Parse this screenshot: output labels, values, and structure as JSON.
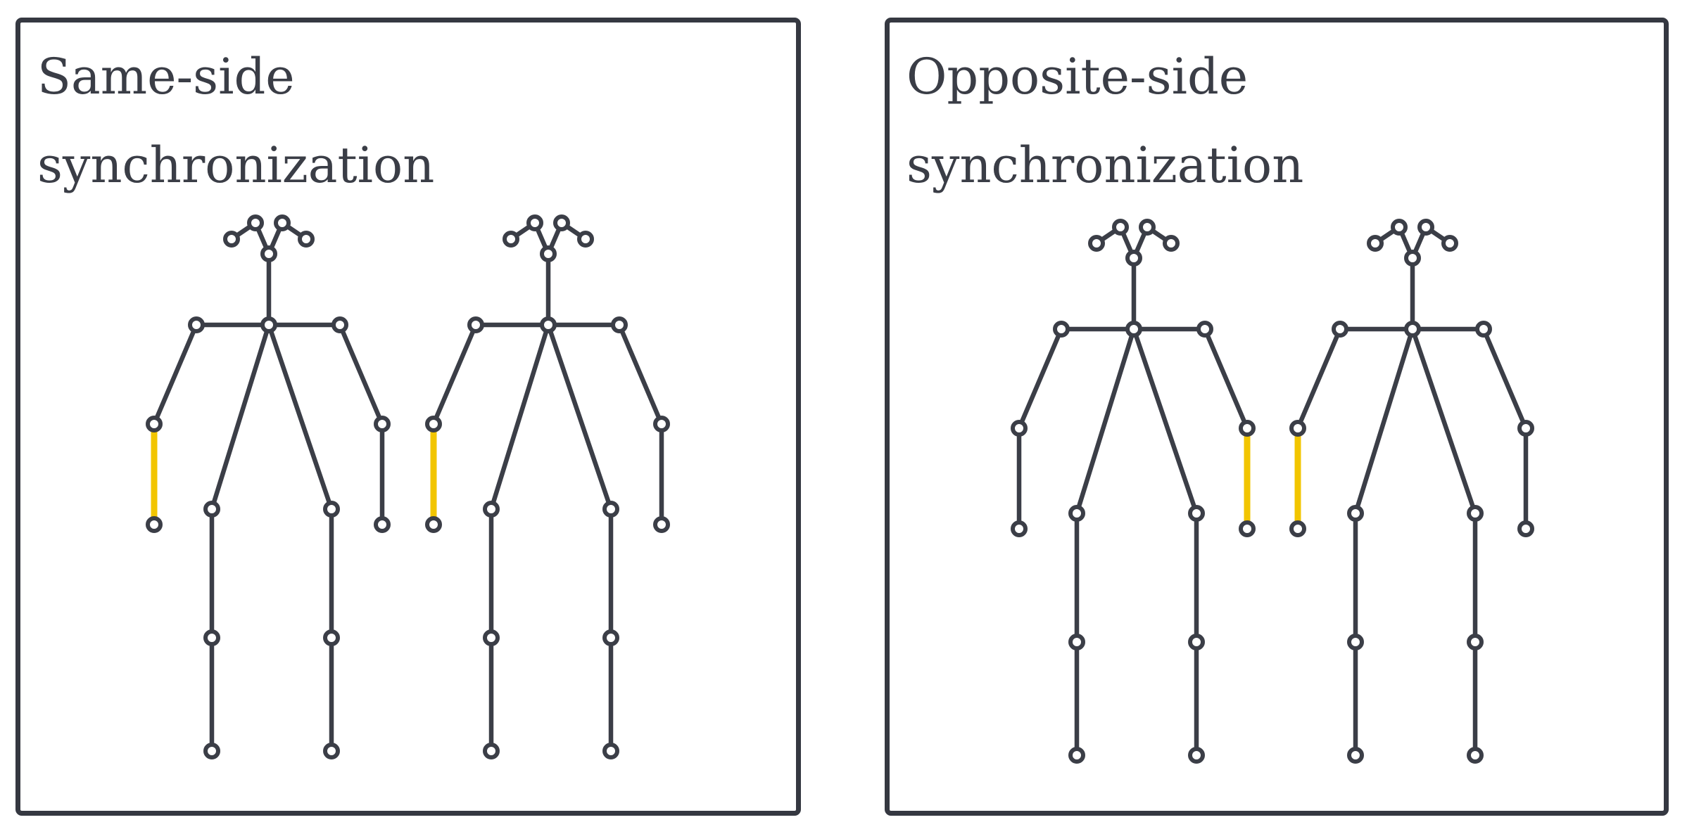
{
  "colors": {
    "skeleton": "#3b3e47",
    "highlight": "#f2c500",
    "joint_fill": "#ffffff",
    "frame": "#353841",
    "text": "#3a3d46"
  },
  "panels": [
    {
      "title_line1": "Same-side",
      "title_line2": "synchronization",
      "highlight_figure1": "left-forearm",
      "highlight_figure2": "left-forearm"
    },
    {
      "title_line1": "Opposite-side",
      "title_line2": "synchronization",
      "highlight_figure1": "right-forearm",
      "highlight_figure2": "left-forearm"
    }
  ]
}
